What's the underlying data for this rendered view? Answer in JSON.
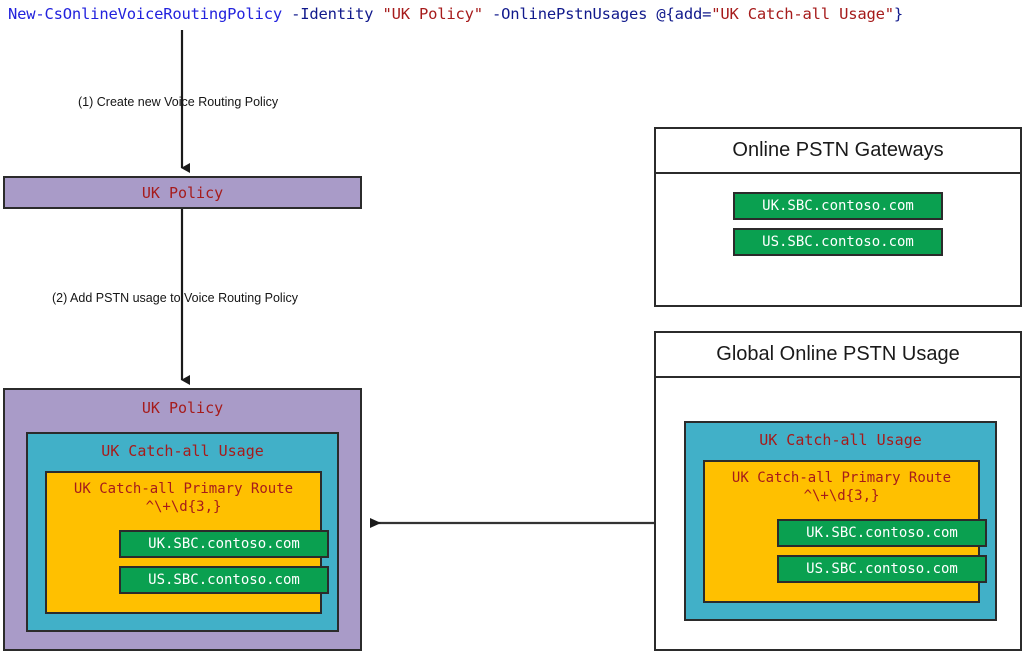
{
  "command": {
    "cmdlet": "New-CsOnlineVoiceRoutingPolicy",
    "param_identity": "-Identity",
    "value_identity": "\"UK Policy\"",
    "param_pstn": "-OnlinePstnUsages",
    "hash_open": "@{add=",
    "value_usage": "\"UK Catch-all Usage\"",
    "hash_close": "}"
  },
  "steps": {
    "step1": "(1) Create new Voice Routing Policy",
    "step2": "(2) Add PSTN usage to Voice Routing Policy"
  },
  "policy_initial": {
    "title": "UK Policy"
  },
  "policy_final": {
    "title": "UK Policy",
    "usage": {
      "title": "UK Catch-all Usage",
      "route": {
        "title": "UK Catch-all Primary Route",
        "pattern": "^\\+\\d{3,}",
        "gateways": [
          "UK.SBC.contoso.com",
          "US.SBC.contoso.com"
        ]
      }
    }
  },
  "gateways_panel": {
    "header": "Online PSTN Gateways",
    "gateways": [
      "UK.SBC.contoso.com",
      "US.SBC.contoso.com"
    ]
  },
  "global_usage_panel": {
    "header": "Global Online PSTN Usage",
    "usage": {
      "title": "UK Catch-all Usage",
      "route": {
        "title": "UK Catch-all Primary Route",
        "pattern": "^\\+\\d{3,}",
        "gateways": [
          "UK.SBC.contoso.com",
          "US.SBC.contoso.com"
        ]
      }
    }
  },
  "colors": {
    "policy": "#a99bc8",
    "usage": "#41b0c8",
    "route": "#ffc000",
    "gateway": "#0aa050",
    "stroke": "#2b2b2b",
    "cmdlet_blue": "#2222dd",
    "param_blue": "#111a8c",
    "string_red": "#a61b1b"
  }
}
